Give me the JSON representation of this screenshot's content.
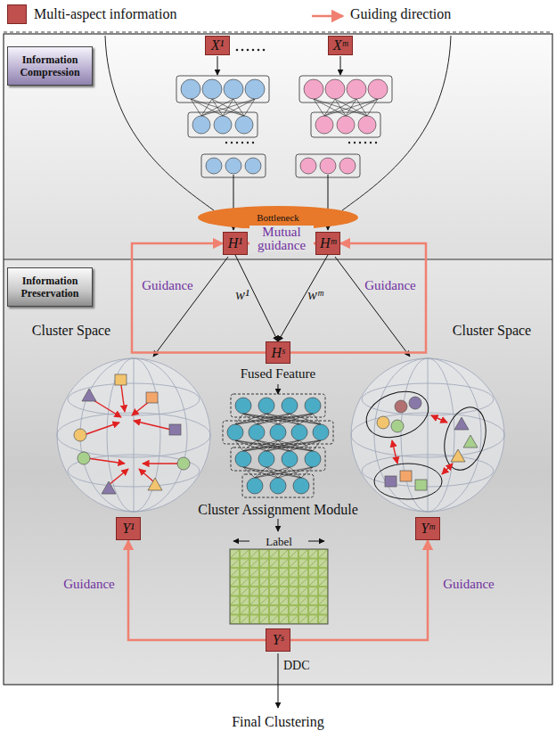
{
  "diagram": {
    "nodes": [
      {
        "text": [
          "Information Compression"
        ]
      },
      {
        "text": [
          "X¹"
        ]
      },
      {
        "text": [
          "Xᵐ"
        ]
      },
      {
        "text": [
          "Bottleneck"
        ]
      },
      {
        "text": [
          "H¹"
        ]
      },
      {
        "text": [
          "Hᵐ"
        ]
      },
      {
        "text": [
          "Information Preservation"
        ]
      },
      {
        "text": [
          "Hˢ"
        ]
      },
      {
        "text": [
          "Y¹"
        ]
      },
      {
        "text": [
          "Yᵐ"
        ]
      },
      {
        "text": [
          "Yˢ"
        ]
      }
    ],
    "edges": [
      {
        "from": 4,
        "to": 7,
        "label": "w¹",
        "arrow": "to"
      },
      {
        "from": 5,
        "to": 7,
        "label": "wᵐ",
        "arrow": "to"
      },
      {
        "from": 4,
        "to": 5,
        "label": "Mutual guidance",
        "arrow": "both"
      },
      {
        "from": 7,
        "to": 4,
        "label": "Guidance",
        "arrow": "to"
      },
      {
        "from": 7,
        "to": 5,
        "label": "Guidance",
        "arrow": "to"
      },
      {
        "from": 10,
        "to": 8,
        "label": "Guidance",
        "arrow": "to"
      },
      {
        "from": 10,
        "to": 9,
        "label": "Guidance",
        "arrow": "to"
      }
    ],
    "labels": [
      "Fused Feature",
      "Cluster Space",
      "Cluster Space",
      "Cluster Assignment Module",
      "Label",
      "DDC",
      "Final Clustering"
    ],
    "legend": [
      {
        "text": "Multi-aspect information",
        "color": "#c0504d"
      },
      {
        "text": "Guiding direction"
      }
    ]
  }
}
